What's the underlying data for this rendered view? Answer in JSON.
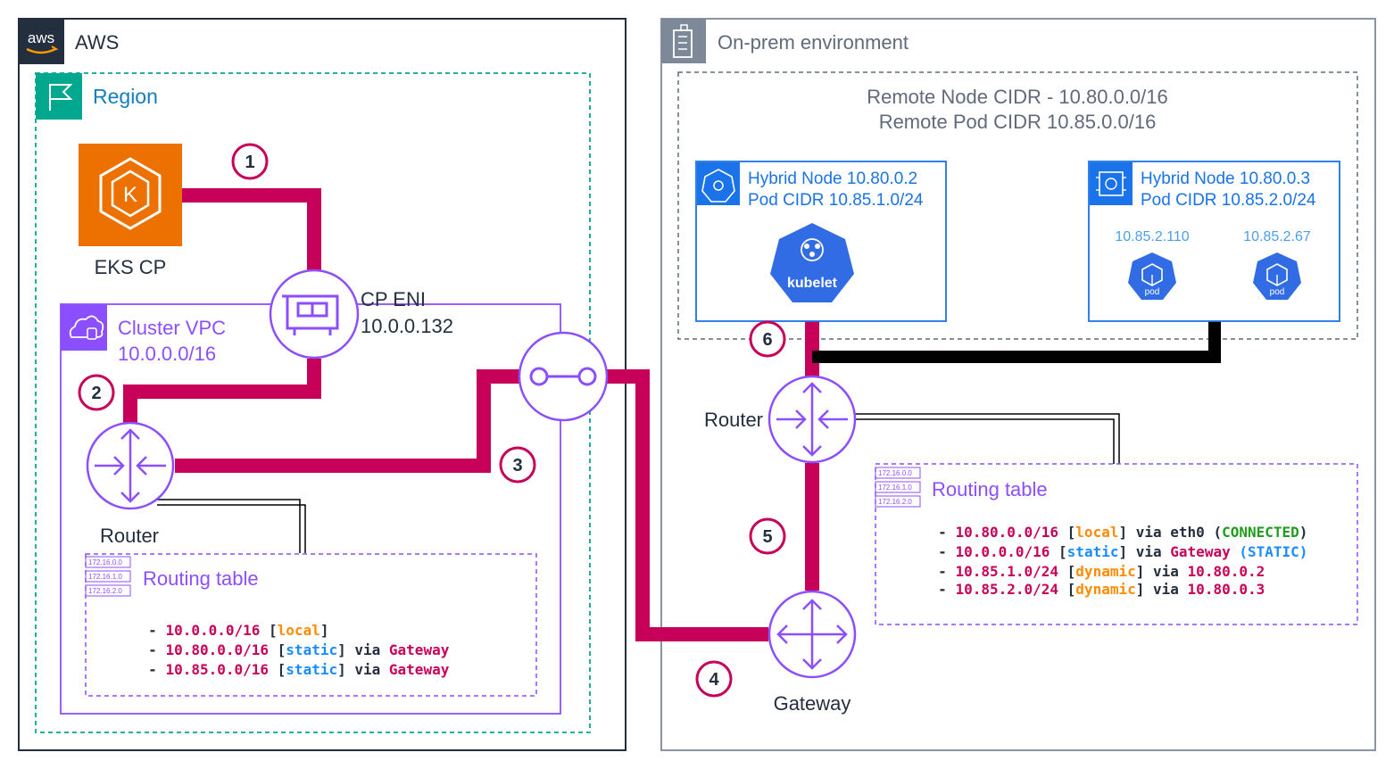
{
  "aws": {
    "title": "AWS",
    "logo_text": "aws"
  },
  "region": {
    "title": "Region"
  },
  "eks": {
    "label": "EKS CP"
  },
  "cp_eni": {
    "line1": "CP ENI",
    "line2": "10.0.0.132"
  },
  "vpc": {
    "line1": "Cluster VPC",
    "line2": "10.0.0.0/16"
  },
  "aws_router": {
    "label": "Router"
  },
  "aws_routing_table": {
    "title": "Routing table",
    "icon_rows": [
      "172.16.0.0",
      "172.16.1.0",
      "172.16.2.0"
    ],
    "rows": [
      {
        "dash": "- ",
        "cidr": "10.0.0.0/16",
        "ob": " [",
        "type": "local",
        "cb": "]",
        "via": "",
        "gw": ""
      },
      {
        "dash": "- ",
        "cidr": "10.80.0.0/16",
        "ob": " [",
        "type": "static",
        "cb": "]",
        "via": " via ",
        "gw": "Gateway"
      },
      {
        "dash": "- ",
        "cidr": "10.85.0.0/16",
        "ob": " [",
        "type": "static",
        "cb": "]",
        "via": " via ",
        "gw": "Gateway"
      }
    ]
  },
  "onprem": {
    "title": "On-prem environment",
    "remote_cidr_line1": "Remote Node CIDR - 10.80.0.0/16",
    "remote_cidr_line2": "Remote Pod CIDR 10.85.0.0/16"
  },
  "hybrid_node_1": {
    "line1": "Hybrid Node 10.80.0.2",
    "line2": "Pod CIDR 10.85.1.0/24",
    "kubelet_label": "kubelet"
  },
  "hybrid_node_2": {
    "line1": "Hybrid Node 10.80.0.3",
    "line2": "Pod CIDR 10.85.2.0/24",
    "pods": [
      {
        "ip": "10.85.2.110",
        "label": "pod"
      },
      {
        "ip": "10.85.2.67",
        "label": "pod"
      }
    ]
  },
  "onprem_router": {
    "label": "Router"
  },
  "gateway": {
    "label": "Gateway"
  },
  "onprem_routing_table": {
    "title": "Routing table",
    "icon_rows": [
      "172.16.0.0",
      "172.16.1.0",
      "172.16.2.0"
    ],
    "rows": [
      {
        "dash": "- ",
        "cidr": "10.80.0.0/16",
        "ob": " [",
        "type": "local",
        "cb": "]",
        "via": " via eth0 (",
        "gw": "CONNECTED",
        "end": ")"
      },
      {
        "dash": "- ",
        "cidr": "10.0.0.0/16",
        "ob": " [",
        "type": "static",
        "cb": "]",
        "via": " via ",
        "gw": "Gateway",
        "end": " (STATIC)"
      },
      {
        "dash": "- ",
        "cidr": "10.85.1.0/24",
        "ob": " [",
        "type": "dynamic",
        "cb": "]",
        "via": " via ",
        "gw": "10.80.0.2",
        "end": ""
      },
      {
        "dash": "- ",
        "cidr": "10.85.2.0/24",
        "ob": " [",
        "type": "dynamic",
        "cb": "]",
        "via": " via ",
        "gw": "10.80.0.3",
        "end": ""
      }
    ]
  },
  "steps": [
    "1",
    "2",
    "3",
    "4",
    "5",
    "6"
  ],
  "colors": {
    "path": "#c7005a",
    "purple": "#8c4fff",
    "eks_orange": "#ed7100",
    "region_teal": "#01a88d",
    "k8s_blue": "#326ce5",
    "dark": "#232f3e"
  }
}
